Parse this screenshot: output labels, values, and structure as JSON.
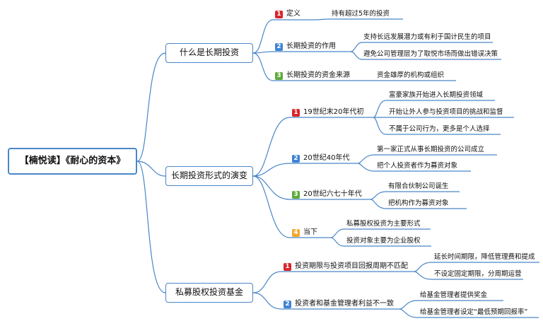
{
  "root": "【楠悦读】《耐心的资本》",
  "colors": {
    "connector": "#4a86c8",
    "badge_red": "#d9262b",
    "badge_blue": "#3f83d4",
    "badge_green": "#5daa3a",
    "badge_yellow": "#f0a92e"
  },
  "topics": [
    {
      "label": "什么是长期投资",
      "subs": [
        {
          "badge": "1",
          "color": "red",
          "label": "定义",
          "leaves": [
            "持有超过5年的投资"
          ]
        },
        {
          "badge": "2",
          "color": "blue",
          "label": "长期投资的作用",
          "leaves": [
            "支持长远发展潜力或有利于国计民生的项目",
            "避免公司管理层为了取悦市场而做出错误决策"
          ]
        },
        {
          "badge": "3",
          "color": "green",
          "label": "长期投资的资金来源",
          "leaves": [
            "资金雄厚的机构或组织"
          ]
        }
      ]
    },
    {
      "label": "长期投资形式的演变",
      "subs": [
        {
          "badge": "1",
          "color": "red",
          "label": "19世纪末20年代初",
          "leaves": [
            "富豪家族开始进入长期投资领域",
            "开始让外人参与投资项目的挑战和监督",
            "不属于公司行为，更多是个人选择"
          ]
        },
        {
          "badge": "2",
          "color": "blue",
          "label": "20世纪40年代",
          "leaves": [
            "第一家正式从事长期投资的公司成立",
            "把个人投资者作为募资对象"
          ]
        },
        {
          "badge": "3",
          "color": "green",
          "label": "20世纪六七十年代",
          "leaves": [
            "有限合伙制公司诞生",
            "把机构作为募资对象"
          ]
        },
        {
          "badge": "4",
          "color": "yellow",
          "label": "当下",
          "leaves": [
            "私募股权投资为主要形式",
            "投资对象主要为企业股权"
          ]
        }
      ]
    },
    {
      "label": "私募股权投资基金",
      "subs": [
        {
          "badge": "1",
          "color": "red",
          "label": "投资期限与投资项目回报周期不匹配",
          "leaves": [
            "延长时间期限，降低管理费和提成",
            "不设定固定期限，分周期运营"
          ]
        },
        {
          "badge": "2",
          "color": "blue",
          "label": "投资者和基金管理者利益不一致",
          "leaves": [
            "给基金管理者提供奖金",
            "给基金管理者设定“最低预期回报率”"
          ]
        }
      ]
    }
  ]
}
